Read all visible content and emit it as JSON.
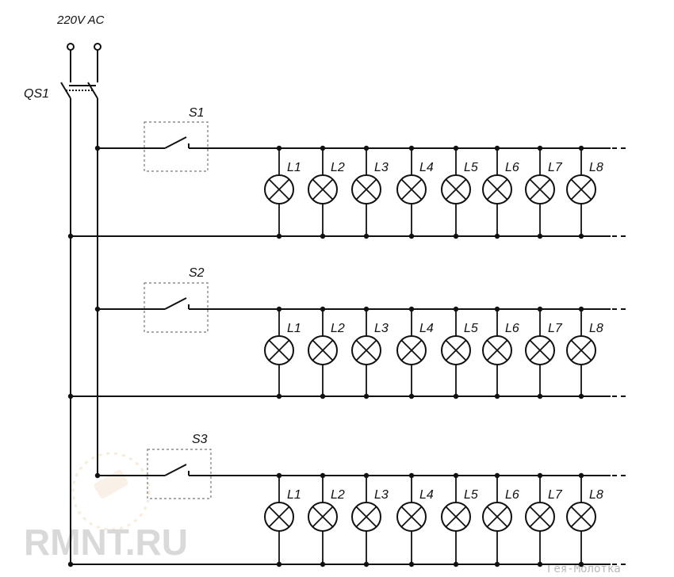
{
  "supply": {
    "label": "220V AC"
  },
  "breaker": {
    "label": "QS1"
  },
  "groups": [
    {
      "switch": "S1",
      "lamps": [
        "L1",
        "L2",
        "L3",
        "L4",
        "L5",
        "L6",
        "L7",
        "L8"
      ]
    },
    {
      "switch": "S2",
      "lamps": [
        "L1",
        "L2",
        "L3",
        "L4",
        "L5",
        "L6",
        "L7",
        "L8"
      ]
    },
    {
      "switch": "S3",
      "lamps": [
        "L1",
        "L2",
        "L3",
        "L4",
        "L5",
        "L6",
        "L7",
        "L8"
      ]
    }
  ],
  "watermarks": {
    "left": "RMNT.RU",
    "right": "Гея-Молотка"
  },
  "colors": {
    "wire": "#111111",
    "dashed_box": "#777777",
    "watermark": "#d9d9d9"
  }
}
